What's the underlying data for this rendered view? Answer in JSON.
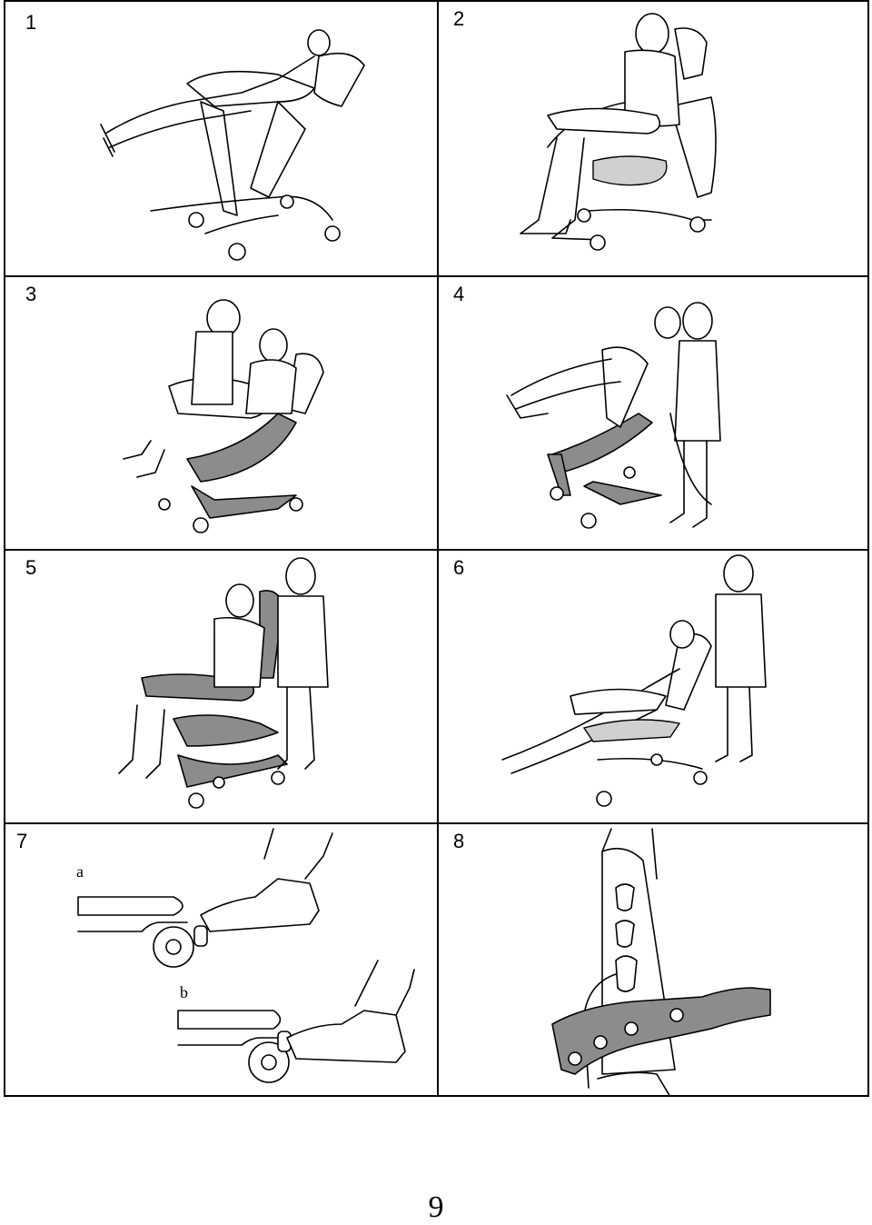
{
  "panels": [
    {
      "number": "1"
    },
    {
      "number": "2"
    },
    {
      "number": "3"
    },
    {
      "number": "4"
    },
    {
      "number": "5"
    },
    {
      "number": "6"
    },
    {
      "number": "7",
      "sub_labels": [
        "a",
        "b"
      ]
    },
    {
      "number": "8"
    }
  ],
  "page_number": "9",
  "colors": {
    "frame": "#8c8c8c",
    "line": "#000000",
    "background": "#ffffff"
  }
}
